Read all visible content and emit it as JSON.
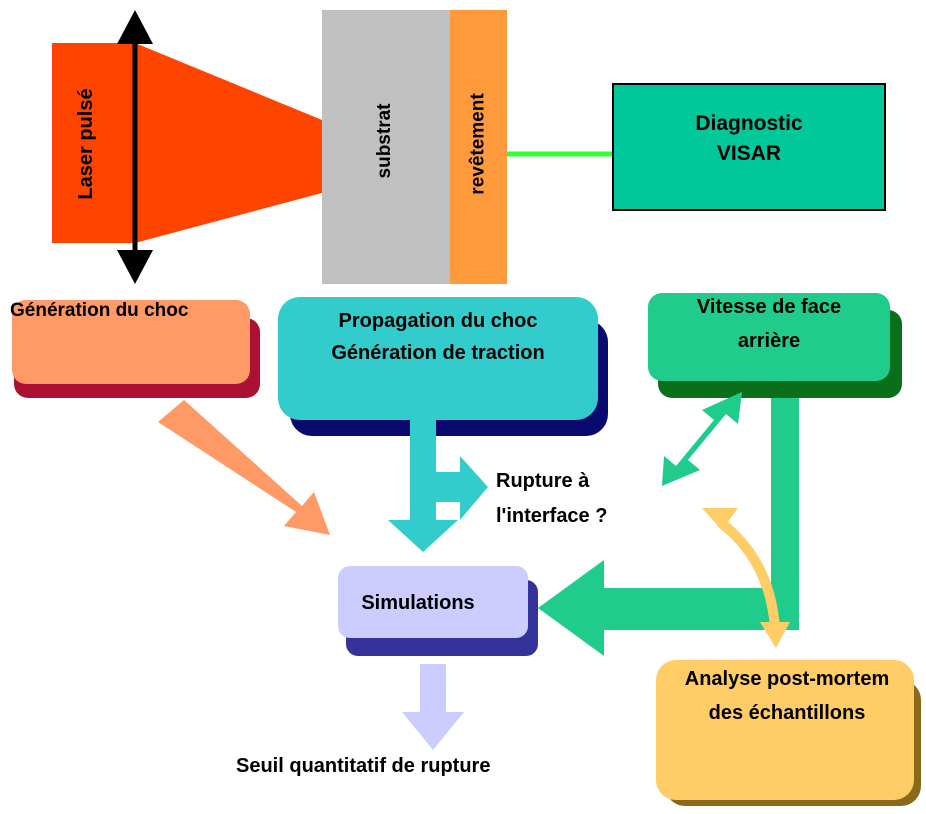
{
  "top": {
    "laser_label": "Laser pulsé",
    "substrate_label": "substrat",
    "coating_label": "revêtement",
    "diagnostic_line1": "Diagnostic",
    "diagnostic_line2": "VISAR"
  },
  "boxes": {
    "generation_choc": "Génération du choc",
    "propagation_line1": "Propagation du choc",
    "propagation_line2": "Génération de traction",
    "vitesse_line1": "Vitesse de face",
    "vitesse_line2": "arrière",
    "simulations": "Simulations",
    "analyse_line1": "Analyse post-mortem",
    "analyse_line2": "des échantillons"
  },
  "center_question_line1": "Rupture à",
  "center_question_line2": "l'interface ?",
  "result_label": "Seuil quantitatif de rupture",
  "colors": {
    "laser": "#ff4400",
    "substrate": "#c0c0c0",
    "coating": "#ff9a3c",
    "diagnostic": "#00c89a",
    "green_line": "#33ff33",
    "gen_choc_front": "#ff9966",
    "gen_choc_shadow": "#aa1133",
    "propagation_front": "#33cccc",
    "propagation_shadow": "#0a0a6e",
    "vitesse_front": "#1fcc8c",
    "vitesse_shadow": "#0a6e1a",
    "simulations_front": "#ccccff",
    "simulations_shadow": "#333399",
    "analyse_front": "#ffcc66",
    "analyse_shadow": "#8a6a1a",
    "arrow_salmon": "#ff9966",
    "arrow_teal": "#33cccc",
    "arrow_green": "#1fcc8c",
    "arrow_yellow": "#ffcc66",
    "arrow_lavender": "#ccccff"
  }
}
